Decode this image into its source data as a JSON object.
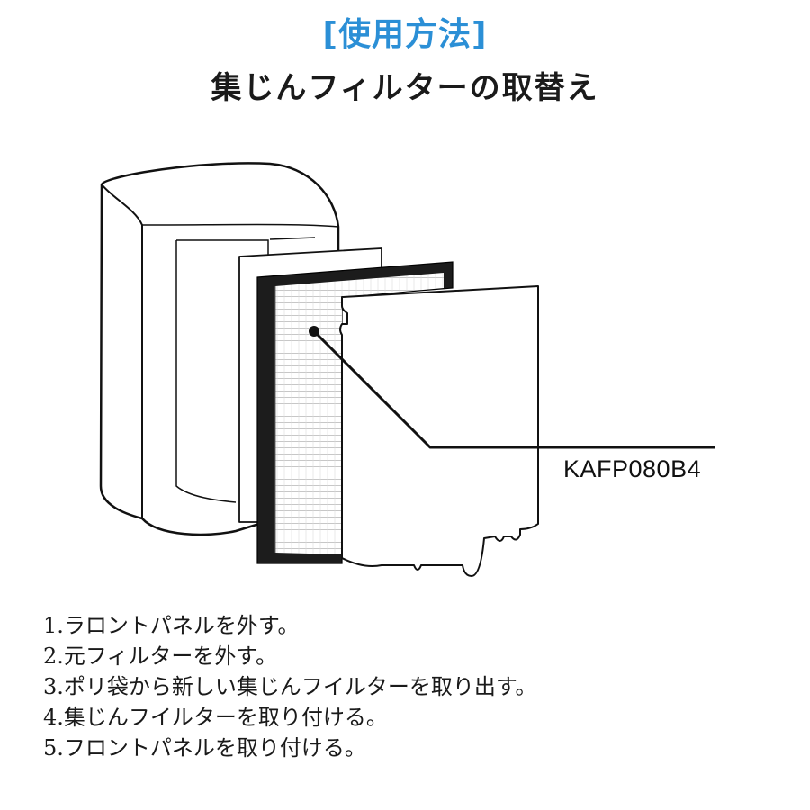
{
  "header": {
    "title": "[使用方法]",
    "subtitle": "集じんフィルターの取替え"
  },
  "diagram": {
    "part_label": "KAFP080B4"
  },
  "steps": [
    "1.ラロントパネルを外す。",
    "2.元フィルターを外す。",
    "3.ポリ袋から新しい集じんフイルターを取り出す。",
    "4.集じんフイルターを取り付ける。",
    "5.フロントパネルを取り付ける。"
  ],
  "colors": {
    "accent": "#2b8fd6",
    "line": "#111111",
    "filter_frame": "#1c1c1c"
  }
}
